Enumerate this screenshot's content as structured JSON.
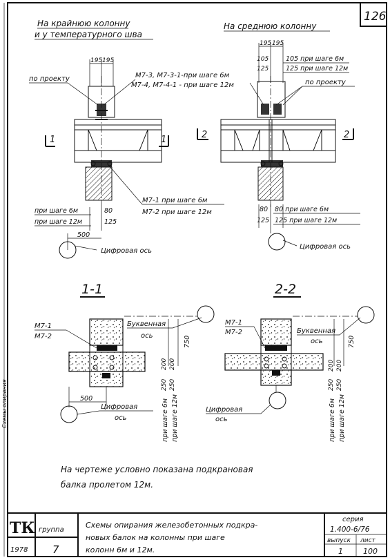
{
  "sheet_number": "126",
  "left_view": {
    "title_line1": "На крайнюю колонну",
    "title_line2": "и у температурного шва",
    "dim_top_a": "195",
    "dim_top_b": "195",
    "callout_project": "по проекту",
    "callout_m7_3": "М7-3, М7-3-1-при шаге 6м",
    "callout_m7_4": "М7-4, М7-4-1 - при шаге 12м",
    "section_mark_left": "1",
    "section_mark_right": "1",
    "callout_m7_1": "М7-1 при шаге 6м",
    "callout_m7_2": "М7-2 при шаге 12м",
    "step6_label": "при шаге 6м",
    "step12_label": "при шаге 12м",
    "dim_80": "80",
    "dim_125": "125",
    "dim_500": "500",
    "axis_label": "Цифровая ось"
  },
  "right_view": {
    "title": "На среднюю колонну",
    "dim_top_a": "195",
    "dim_top_b": "195",
    "dim_105_left": "105",
    "dim_125_left": "125",
    "dim_105_right": "105 при шаге 6м",
    "dim_125_right": "125 при шаге 12м",
    "callout_project": "по проекту",
    "section_mark_left": "2",
    "section_mark_right": "2",
    "dim_80_left": "80",
    "dim_80_right": "80 при шаге 6м",
    "dim_125_bottom_left": "125",
    "dim_125_bottom_right": "125 при шаге 12м",
    "axis_label": "Цифровая ось"
  },
  "section_1": {
    "title": "1-1",
    "label_m7_1": "М7-1",
    "label_m7_2": "М7-2",
    "letter_axis_line1": "Буквенная",
    "letter_axis_line2": "ось",
    "dim_750": "750",
    "dim_200a": "200",
    "dim_200b": "200",
    "dim_250a": "250",
    "dim_250b": "250",
    "dim_500": "500",
    "digital_axis_line1": "Цифровая",
    "digital_axis_line2": "ось",
    "step6_label": "при шаге 6м",
    "step12_label": "при шаге 12м"
  },
  "section_2": {
    "title": "2-2",
    "label_m7_1": "М7-1",
    "label_m7_2": "М7-2",
    "letter_axis_line1": "Буквенная",
    "letter_axis_line2": "ось",
    "dim_750": "750",
    "dim_200a": "200",
    "dim_200b": "200",
    "dim_250a": "250",
    "dim_250b": "250",
    "digital_axis_line1": "Цифровая",
    "digital_axis_line2": "ось",
    "step6_label": "при шаге 6м",
    "step12_label": "при шаге 12м"
  },
  "note_line1": "На чертеже   условно показана подкрановая",
  "note_line2": "балка пролетом  12м.",
  "left_margin_text": "Схемы опирания",
  "title_block": {
    "logo": "ТК",
    "group_label": "группа",
    "group_value": "7",
    "year": "1978",
    "description_line1": "Схемы опирания железобетонных подкра-",
    "description_line2": "новых балок на колонны при шаге",
    "description_line3": "колонн 6м и 12м.",
    "series_label": "серия",
    "series_value": "1.400-6/76",
    "issue_label": "выпуск",
    "issue_value": "1",
    "sheet_label": "лист",
    "sheet_value": "100"
  }
}
